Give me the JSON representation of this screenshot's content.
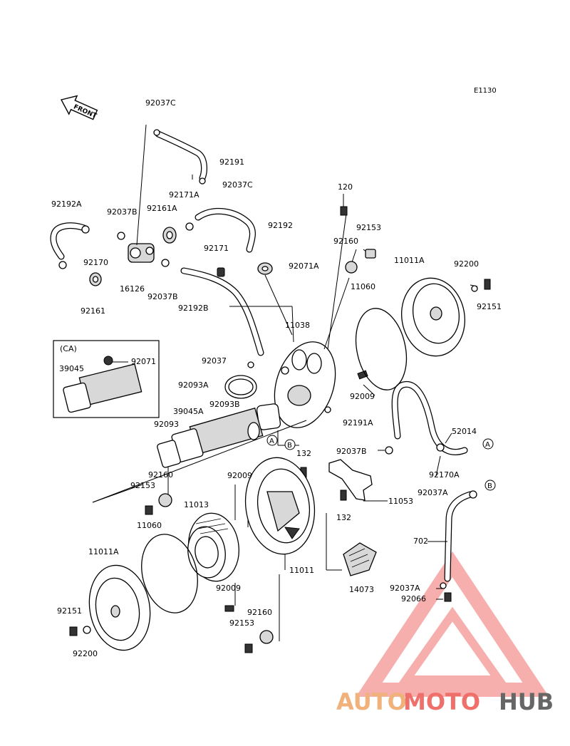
{
  "diagram_code": "E1130",
  "front_label": "FRONT",
  "ca_box_label": "(CA)",
  "callouts": {
    "p92037C_top": "92037C",
    "p92191": "92191",
    "p92037C_mid": "92037C",
    "p92171A": "92171A",
    "p92192A": "92192A",
    "p92037B_left": "92037B",
    "p92161A": "92161A",
    "p92192": "92192",
    "p92170": "92170",
    "p92171": "92171",
    "p16126": "16126",
    "p92037B_mid": "92037B",
    "p92161": "92161",
    "p92192B": "92192B",
    "p120": "120",
    "p92153_top": "92153",
    "p92160_top": "92160",
    "p11011A_top": "11011A",
    "p92200_top": "92200",
    "p92071A": "92071A",
    "p92151_top": "92151",
    "p11060_top": "11060",
    "p11038": "11038",
    "p92071": "92071",
    "p39045": "39045",
    "p92037": "92037",
    "p92093A": "92093A",
    "p92093B": "92093B",
    "p92009_right": "92009",
    "p39045A": "39045A",
    "p92093": "92093",
    "p92191A": "92191A",
    "p52014": "52014",
    "p132_top": "132",
    "p92037B_right": "92037B",
    "p92170A": "92170A",
    "p92160_left": "92160",
    "p92009_center": "92009",
    "p92153_left": "92153",
    "p92037A_top": "92037A",
    "p11013": "11013",
    "p11053": "11053",
    "p132_bottom": "132",
    "p11060_bottom": "11060",
    "p702": "702",
    "p11011A_bottom": "11011A",
    "p11011": "11011",
    "p92009_bottom": "92009",
    "p14073": "14073",
    "p92037A_bottom": "92037A",
    "p92066": "92066",
    "p92151_bottom": "92151",
    "p92160_bottom": "92160",
    "p92153_bottom": "92153",
    "p92200_bottom": "92200"
  },
  "connectors": {
    "a1": "A",
    "a2": "A",
    "b1": "B",
    "b2": "B"
  },
  "watermark": {
    "part1": "AUTO",
    "part2": "MOTO",
    "part3": "HUB",
    "color_auto": "#f0b27a",
    "color_moto": "#ef6f6a",
    "color_hub": "#666666",
    "triangle_color": "#ef6f6a"
  }
}
